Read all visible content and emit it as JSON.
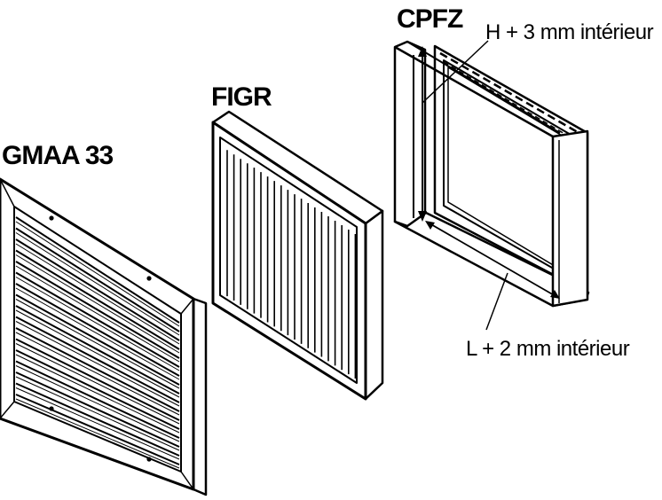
{
  "labels": {
    "gmaa": "GMAA 33",
    "figr": "FIGR",
    "cpfz": "CPFZ"
  },
  "dimensions": {
    "height": "H + 3 mm intérieur",
    "width": "L + 2 mm intérieur"
  }
}
